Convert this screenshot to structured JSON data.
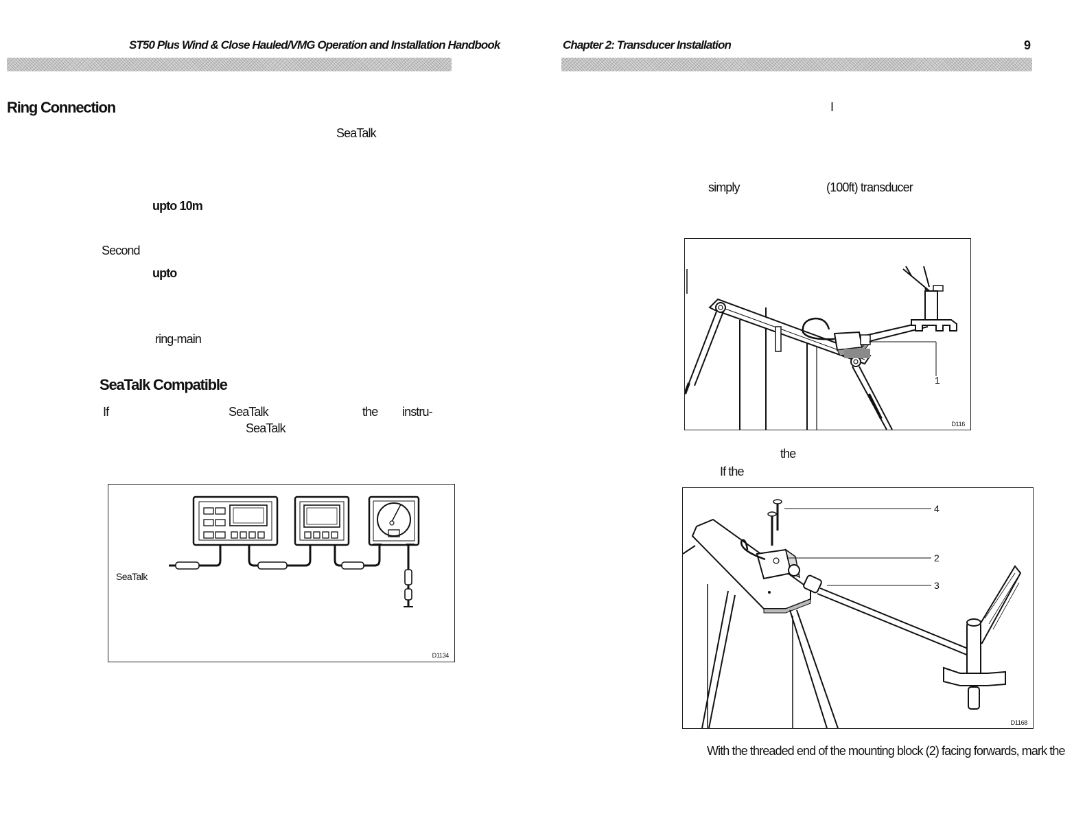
{
  "left_page": {
    "header_title": "ST50 Plus Wind & Close Hauled/VMG Operation and Installation Handbook",
    "section_ring": "Ring Connection",
    "fragments": {
      "seatalk_1": "SeaTalk",
      "upto_10m": "upto 10m",
      "second": "Second",
      "upto_2": "upto",
      "ring_main": "ring-main"
    },
    "section_compat": "SeaTalk Compatible",
    "compat_fragments": {
      "if": "If",
      "seatalk_2": "SeaTalk",
      "the": "the",
      "instru": "instru-",
      "seatalk_3": "SeaTalk"
    },
    "figure": {
      "seatalk_label": "SeaTalk",
      "id": "D1134"
    }
  },
  "right_page": {
    "header_title": "Chapter 2: Transducer Installation",
    "page_number": "9",
    "fragments": {
      "bar": "I",
      "simply": "simply",
      "length": "(100ft) transducer",
      "the": "the",
      "if_the": "If the"
    },
    "figure1": {
      "callout_1": "1",
      "id": "D116"
    },
    "figure2": {
      "callout_4": "4",
      "callout_2": "2",
      "callout_3": "3",
      "id": "D1168"
    },
    "bottom_text": "With the threaded end of the mounting block (2) facing forwards, mark the"
  }
}
